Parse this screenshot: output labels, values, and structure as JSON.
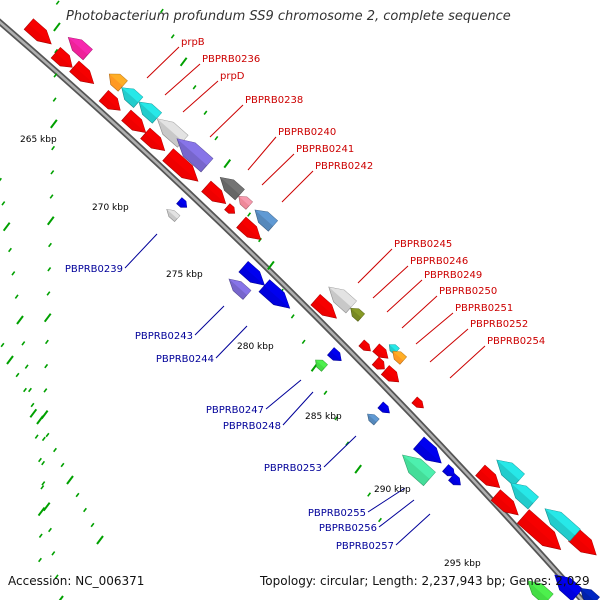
{
  "title": "Photobacterium profundum SS9 chromosome 2, complete sequence",
  "footer": {
    "accession": "Accession: NC_006371",
    "topology": "Topology: circular; Length: 2,237,943 bp; Genes: 2,029"
  },
  "colors": {
    "backbone": "#808080",
    "label_forward": "#cc0000",
    "label_reverse": "#000099",
    "tick": "#00a000"
  },
  "scale_labels": [
    "265 kbp",
    "270 kbp",
    "275 kbp",
    "280 kbp",
    "285 kbp",
    "290 kbp",
    "295 kbp"
  ],
  "forward_gene_labels": [
    "prpB",
    "PBPRB0236",
    "prpD",
    "PBPRB0238",
    "PBPRB0240",
    "PBPRB0241",
    "PBPRB0242",
    "PBPRB0245",
    "PBPRB0246",
    "PBPRB0249",
    "PBPRB0250",
    "PBPRB0251",
    "PBPRB0252",
    "PBPRB0254"
  ],
  "reverse_gene_labels": [
    "PBPRB0239",
    "PBPRB0243",
    "PBPRB0244",
    "PBPRB0247",
    "PBPRB0248",
    "PBPRB0253",
    "PBPRB0255",
    "PBPRB0256",
    "PBPRB0257"
  ]
}
